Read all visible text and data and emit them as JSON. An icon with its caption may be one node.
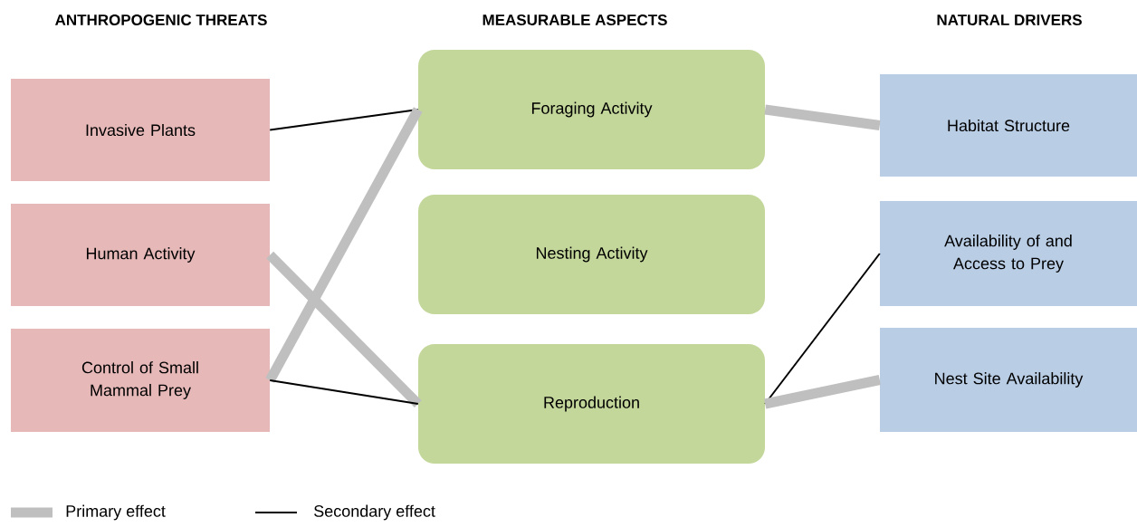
{
  "diagram": {
    "nodes": [
      {
        "text": [
          "Invasive Plants"
        ]
      },
      {
        "text": [
          "Human Activity"
        ]
      },
      {
        "text": [
          "Control of Small Mammal Prey"
        ]
      },
      {
        "text": [
          "Foraging Activity"
        ]
      },
      {
        "text": [
          "Nesting Activity"
        ]
      },
      {
        "text": [
          "Reproduction"
        ]
      },
      {
        "text": [
          "Habitat Structure"
        ]
      },
      {
        "text": [
          "Availability of and Access to Prey"
        ]
      },
      {
        "text": [
          "Nest Site Availability"
        ]
      }
    ],
    "edges": [
      {
        "from": 0,
        "to": 3,
        "arrow": "none",
        "color": "#000000"
      },
      {
        "from": 1,
        "to": 5,
        "arrow": "none"
      },
      {
        "from": 2,
        "to": 3,
        "arrow": "none"
      },
      {
        "from": 2,
        "to": 5,
        "arrow": "none",
        "color": "#000000"
      },
      {
        "from": 3,
        "to": 6,
        "arrow": "none"
      },
      {
        "from": 5,
        "to": 7,
        "arrow": "none",
        "color": "#000000"
      },
      {
        "from": 5,
        "to": 8,
        "arrow": "none"
      }
    ],
    "labels": [
      "ANTHROPOGENIC THREATS",
      "MEASURABLE ASPECTS",
      "NATURAL DRIVERS"
    ],
    "legend": [
      {
        "text": "Primary effect"
      },
      {
        "text": "Secondary effect"
      }
    ]
  }
}
